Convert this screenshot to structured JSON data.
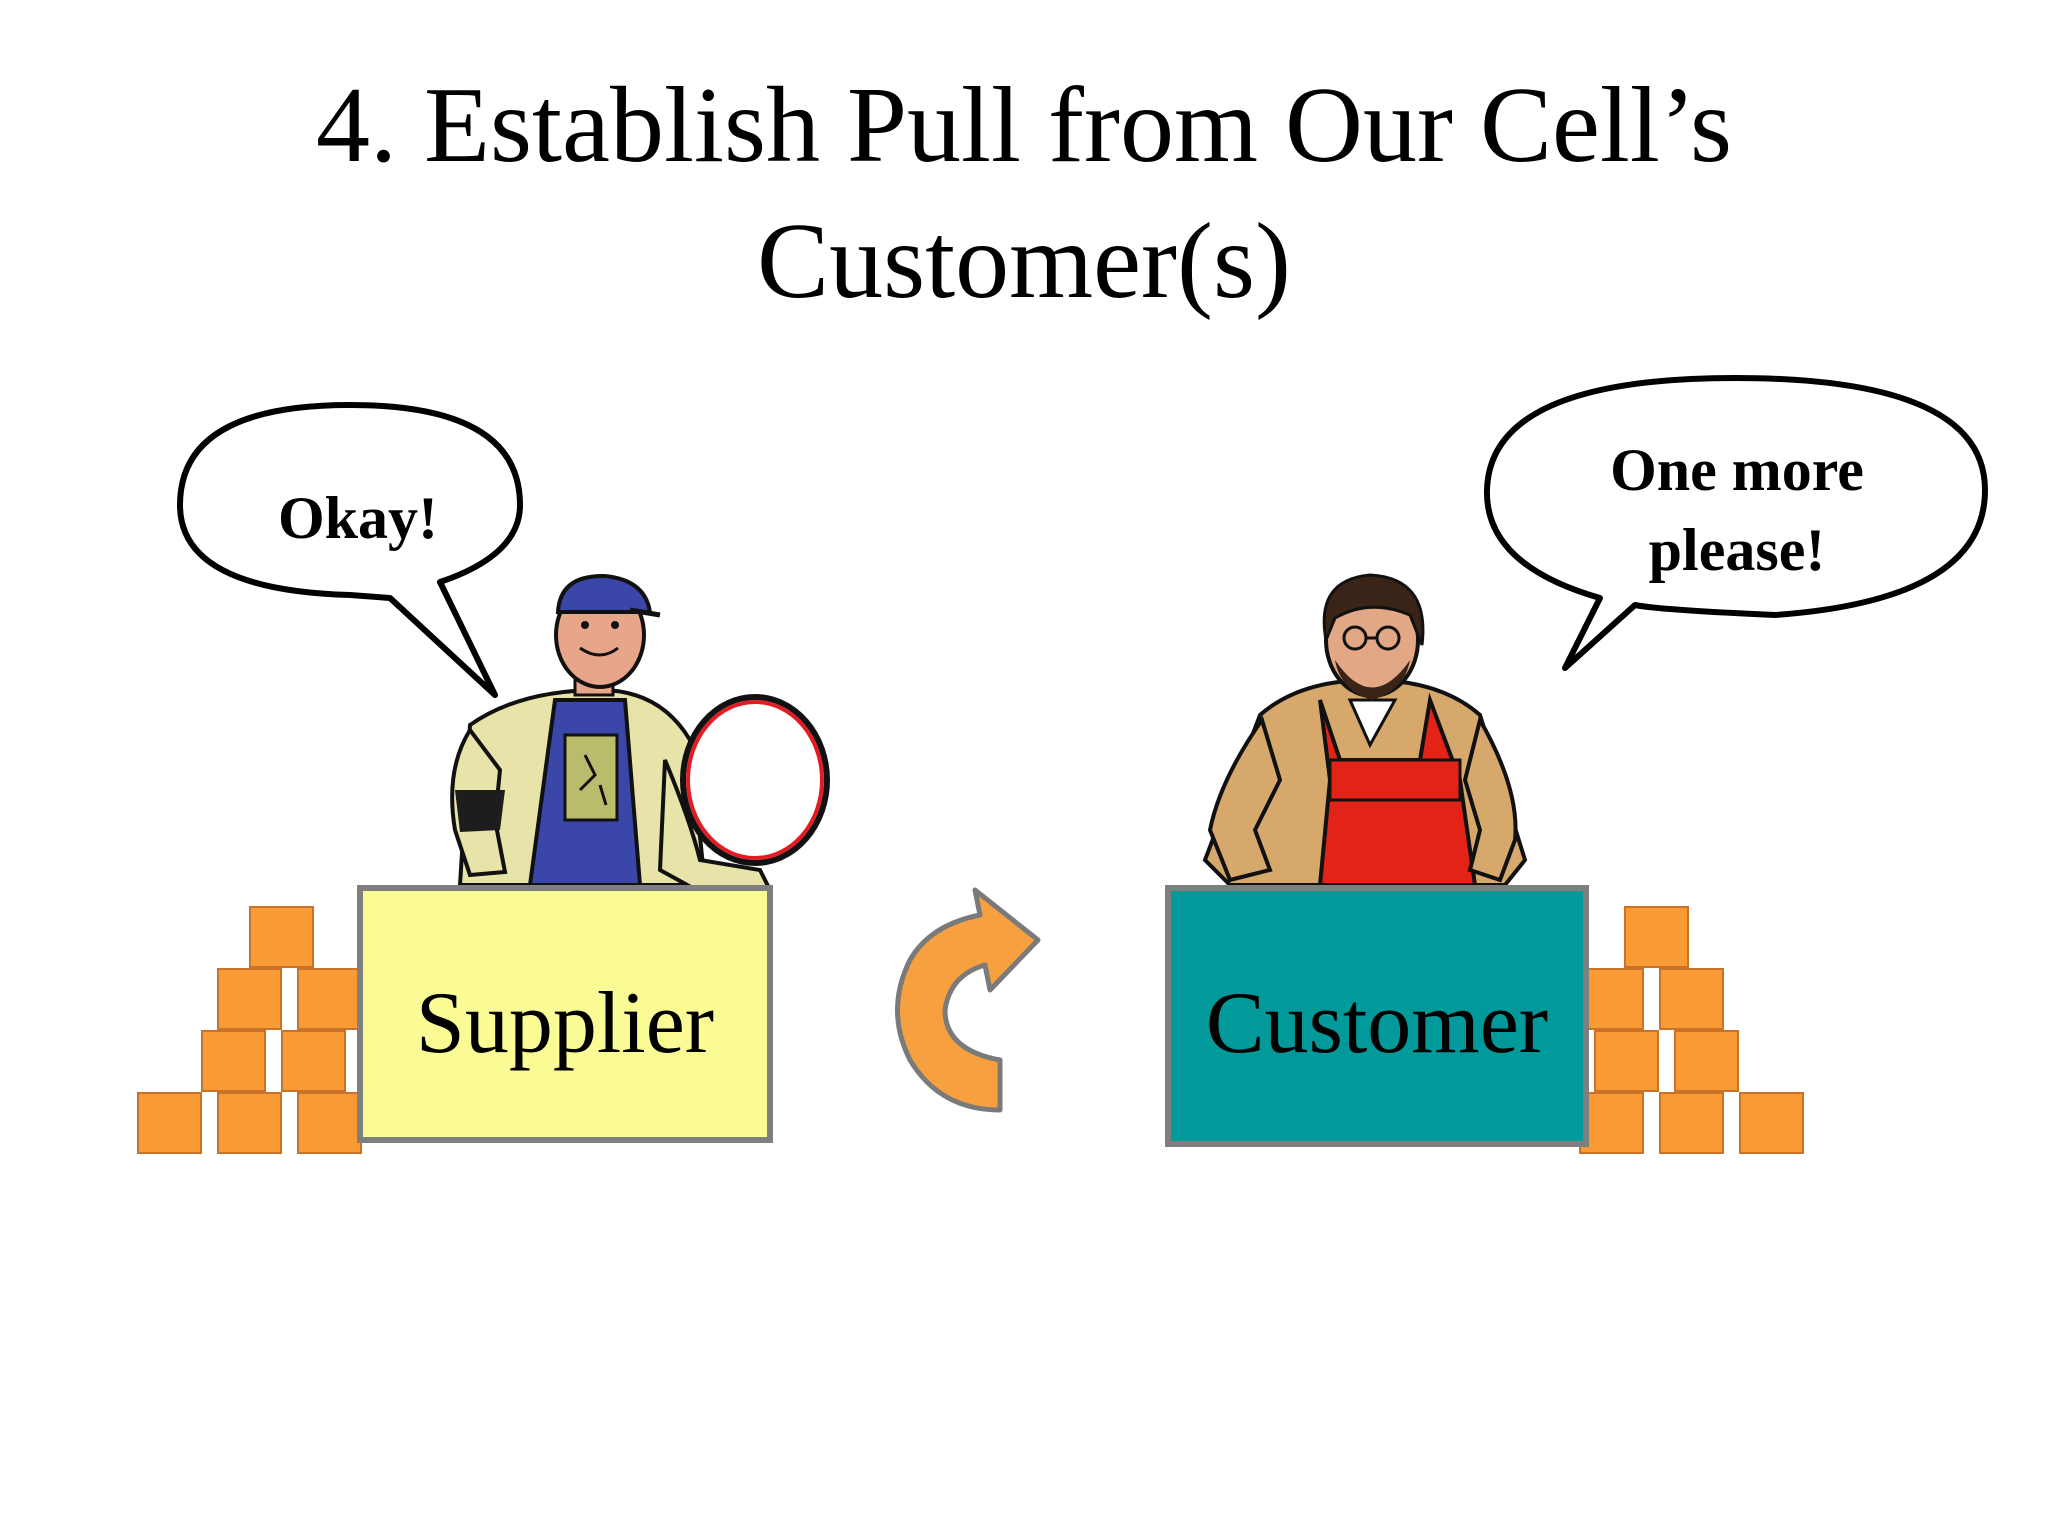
{
  "title": {
    "line1": "4. Establish Pull from Our Cell’s",
    "line2": "Customer(s)"
  },
  "supplier": {
    "label": "Supplier",
    "speech": "Okay!",
    "box_color": "#FBFB96",
    "figure_icon": "supplier-worker-clipart"
  },
  "customer": {
    "label": "Customer",
    "speech_line1": "One more",
    "speech_line2": "please!",
    "box_color": "#01999A",
    "figure_icon": "customer-worker-clipart"
  },
  "pull_arrow": {
    "icon": "curved-arrow-icon",
    "color": "#F7A040"
  },
  "block_color": "#F99A35"
}
